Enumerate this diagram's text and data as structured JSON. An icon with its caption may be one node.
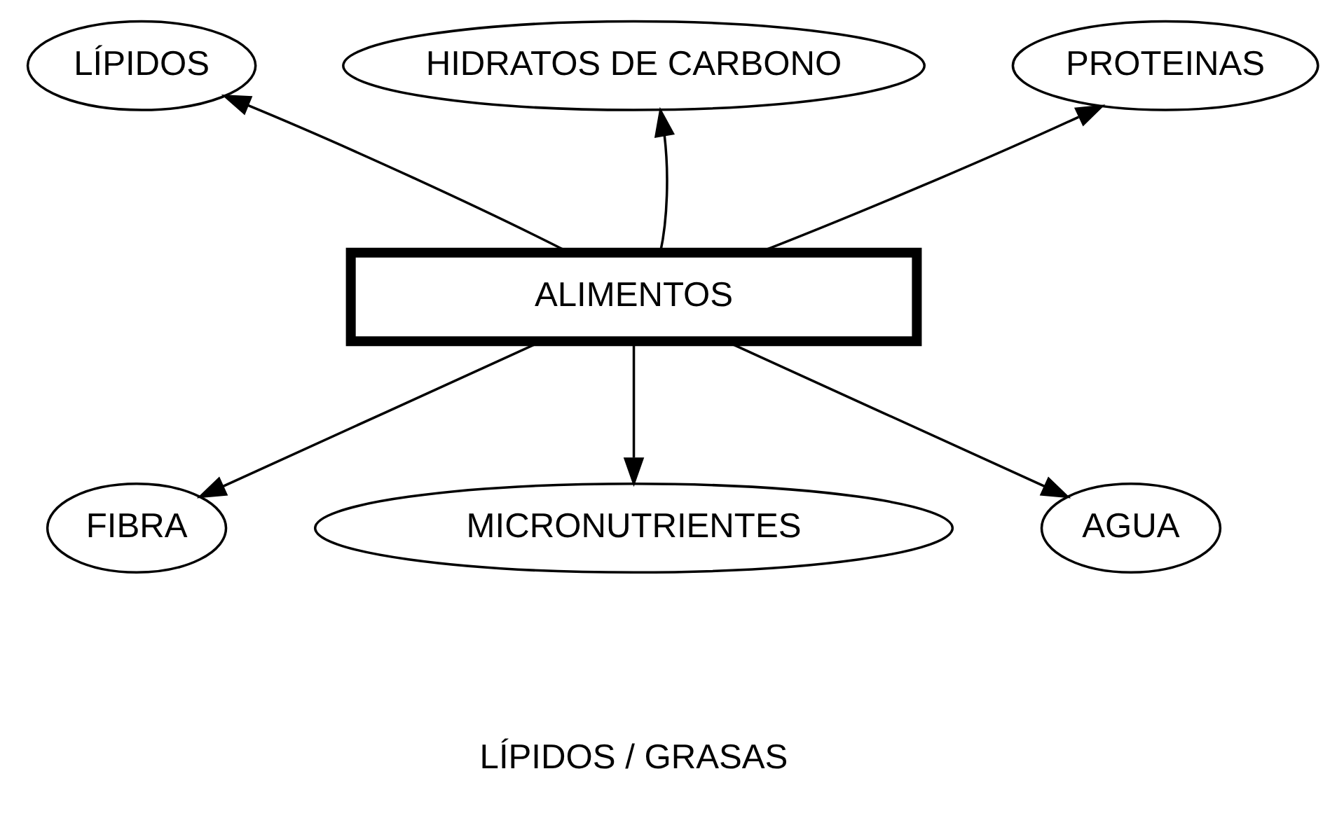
{
  "diagram": {
    "nodes": [
      {
        "text": [
          "HIDRATOS DE CARBONO"
        ]
      },
      {
        "text": [
          "LÍPIDOS"
        ]
      },
      {
        "text": [
          "PROTEINAS"
        ]
      },
      {
        "text": [
          "ALIMENTOS"
        ]
      },
      {
        "text": [
          "FIBRA"
        ]
      },
      {
        "text": [
          "AGUA"
        ]
      },
      {
        "text": [
          "MICRONUTRIENTES"
        ]
      }
    ],
    "edges": [
      {
        "from": 3,
        "to": 1,
        "arrow": "to"
      },
      {
        "from": 3,
        "to": 0,
        "arrow": "to"
      },
      {
        "from": 3,
        "to": 2,
        "arrow": "to"
      },
      {
        "from": 3,
        "to": 4,
        "arrow": "to"
      },
      {
        "from": 3,
        "to": 6,
        "arrow": "to"
      },
      {
        "from": 3,
        "to": 5,
        "arrow": "to"
      }
    ],
    "labels": [
      "LÍPIDOS / GRASAS"
    ]
  }
}
